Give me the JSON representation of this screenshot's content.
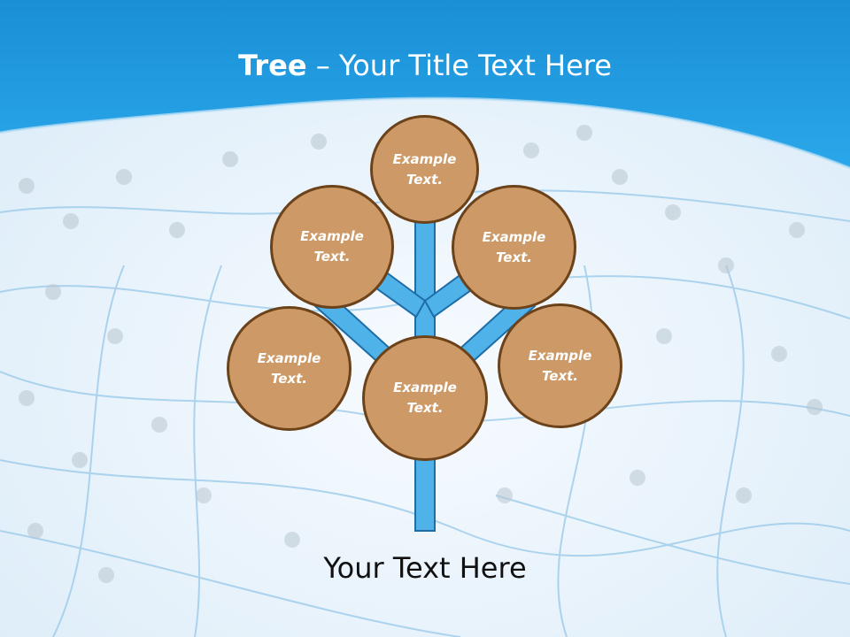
{
  "slide": {
    "title_bold": "Tree",
    "title_rest": " – Your Title Text Here",
    "bottom_text": "Your Text Here"
  },
  "nodes": [
    {
      "line1": "Example",
      "line2": "Text."
    },
    {
      "line1": "Example",
      "line2": "Text."
    },
    {
      "line1": "Example",
      "line2": "Text."
    },
    {
      "line1": "Example",
      "line2": "Text."
    },
    {
      "line1": "Example",
      "line2": "Text."
    },
    {
      "line1": "Example",
      "line2": "Text."
    }
  ],
  "colors": {
    "header_blue": "#1d9be2",
    "node_fill": "#cd9a67",
    "node_border": "#6b4219",
    "trunk_fill": "#4fb3ea",
    "trunk_stroke": "#1f6da6"
  }
}
